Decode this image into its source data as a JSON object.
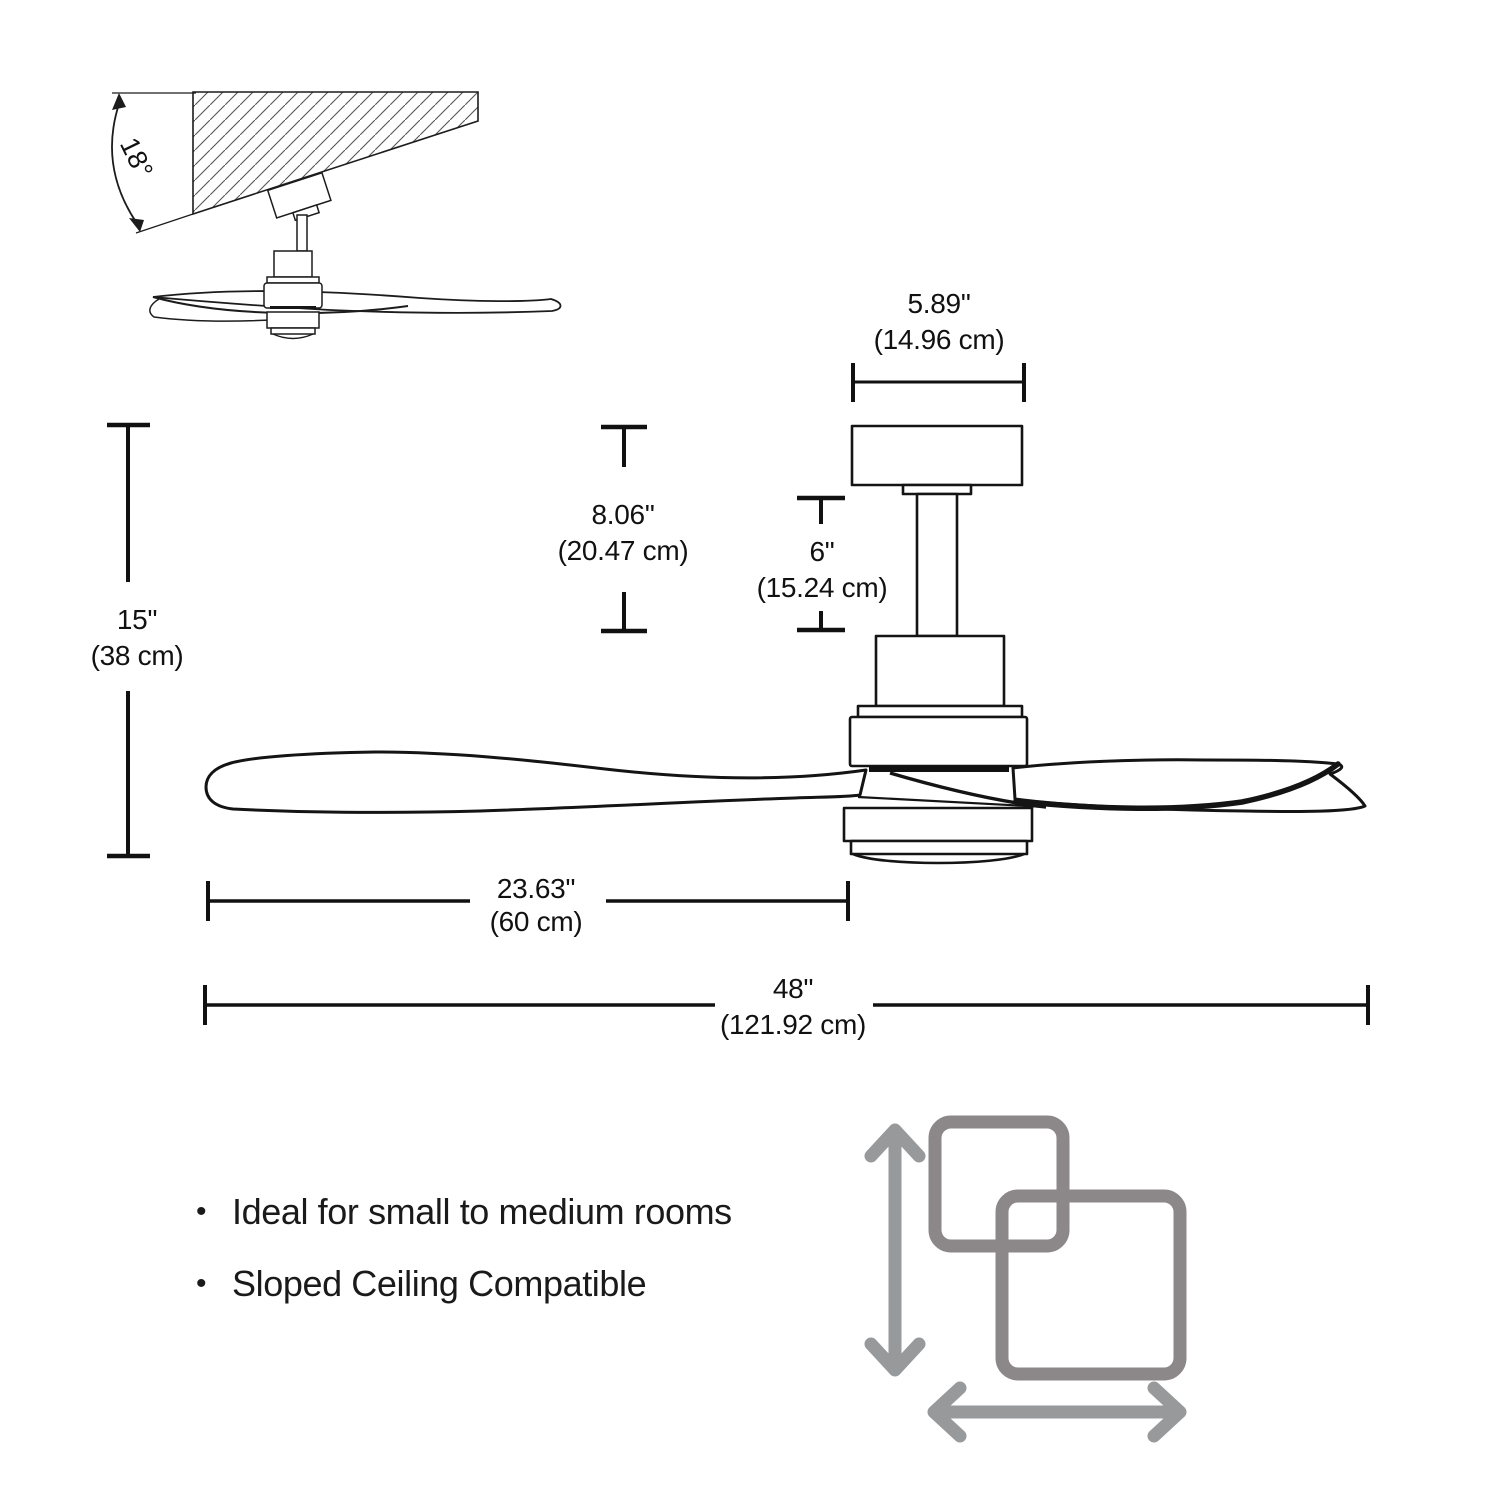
{
  "sloped_ceiling": {
    "angle_label": "18°"
  },
  "dimensions": {
    "canopy_width": {
      "inches": "5.89\"",
      "metric": "(14.96 cm)"
    },
    "ceiling_to_motor": {
      "inches": "8.06\"",
      "metric": "(20.47 cm)"
    },
    "downrod_length": {
      "inches": "6\"",
      "metric": "(15.24 cm)"
    },
    "overall_height": {
      "inches": "15\"",
      "metric": "(38 cm)"
    },
    "blade_length": {
      "inches": "23.63\"",
      "metric": "(60 cm)"
    },
    "blade_span": {
      "inches": "48\"",
      "metric": "(121.92 cm)"
    }
  },
  "features": {
    "bullet": "•",
    "items": [
      "Ideal for small to medium rooms",
      "Sloped Ceiling Compatible"
    ]
  },
  "colors": {
    "ink": "#161616",
    "icon_square": "#8c8789",
    "icon_arrow": "#97999b"
  }
}
